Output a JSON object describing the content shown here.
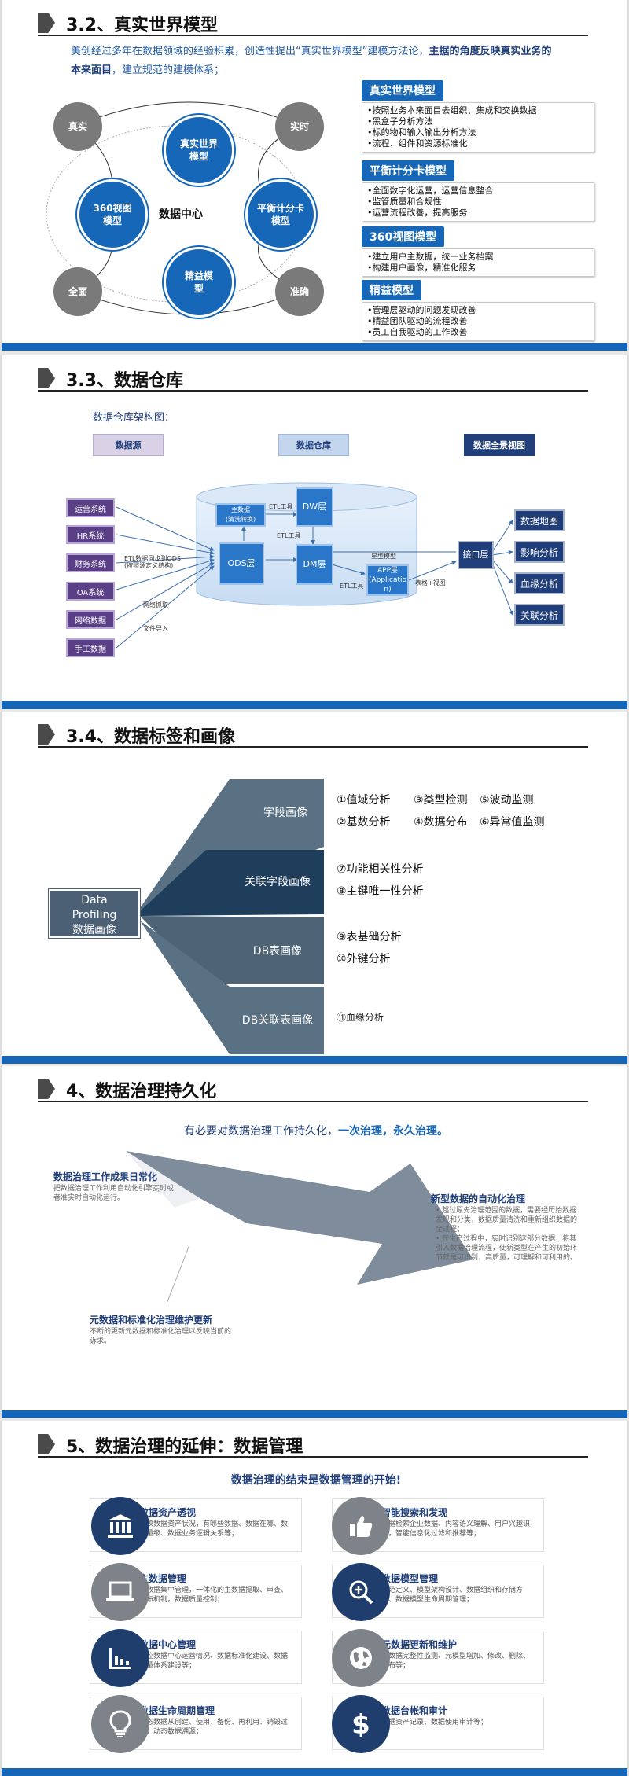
{
  "slide1": {
    "title": "3.2、真实世界模型",
    "intro_part1": "美创经过多年在数据领域的经验积累，创造性提出“真实世界模型”建模方法论，",
    "intro_bold": "主据的角度反映真实业务的本来面目",
    "intro_part2": "，建立规范的建模体系；",
    "diagram": {
      "center": "数据中心",
      "nodes": {
        "top": "真实世界模型",
        "left": "360视图模型",
        "right": "平衡计分卡模型",
        "bottom": "精益模型"
      },
      "corners": {
        "top_left": "真实",
        "top_right": "实时",
        "bottom_left": "全面",
        "bottom_right": "准确"
      }
    },
    "models": [
      {
        "name": "真实世界模型",
        "items": [
          "•按照业务本来面目去组织、集成和交换数据",
          "•黑盒子分析方法",
          "•标的物和输入输出分析方法",
          "•流程、组件和资源标准化"
        ]
      },
      {
        "name": "平衡计分卡模型",
        "items": [
          "•全面数字化运营，运营信息整合",
          "•监管质量和合规性",
          "•运营流程改善，提高服务"
        ]
      },
      {
        "name": "360视图模型",
        "items": [
          "•建立用户主数据，统一业务档案",
          "•构建用户画像，精准化服务"
        ]
      },
      {
        "name": "精益模型",
        "items": [
          "•管理层驱动的问题发现改善",
          "•精益团队驱动的流程改善",
          "•员工自我驱动的工作改善"
        ]
      }
    ]
  },
  "slide2": {
    "title": "3.3、数据仓库",
    "subtitle": "数据仓库架构图：",
    "headers": [
      "数据源",
      "数据仓库",
      "数据全景视图"
    ],
    "sources": [
      "运营系统",
      "HR系统",
      "财务系统",
      "OA系统",
      "网络数据",
      "手工数据"
    ],
    "layers": {
      "master": "主数据\n(清洗转换)",
      "dw": "DW层",
      "ods": "ODS层",
      "dm": "DM层",
      "app": "APP层\n(Applicatio\nn)",
      "interface": "接口层"
    },
    "labels": {
      "etl1": "ETL工具",
      "etl2": "ETL工具",
      "etl3": "ETL工具",
      "etl_ods": "ETL数据同步到ODS\n(按照源定义结构)",
      "crawler": "网络抓取",
      "import": "文件导入",
      "star": "星型模型",
      "report": "表格+视图"
    },
    "outputs": [
      "数据地图",
      "影响分析",
      "血缘分析",
      "关联分析"
    ]
  },
  "slide3": {
    "title": "3.4、数据标签和画像",
    "center_lines": [
      "Data",
      "Profiling",
      "数据画像"
    ],
    "fans": [
      "字段画像",
      "关联字段画像",
      "DB表画像",
      "DB关联表画像"
    ],
    "analyses": [
      "①值域分析",
      "③类型检测",
      "⑤波动监测",
      "②基数分析",
      "④数据分布",
      "⑥异常值监测",
      "⑦功能相关性分析",
      "⑧主键唯一性分析",
      "⑨表基础分析",
      "⑩外键分析",
      "⑪血缘分析"
    ]
  },
  "slide4": {
    "title": "4、数据治理持久化",
    "lead_part1": "有必要对数据治理工作持久化，",
    "lead_bold": "一次治理，永久治理。",
    "blocks": [
      {
        "head": "数据治理工作成果日常化",
        "desc": "把数据治理工作利用自动化引擎实时或者准实时自动化运行。"
      },
      {
        "head": "新型数据的自动化治理",
        "desc": "• 超过原先治理范围的数据，需要经历始数据发现和分类，数据质量清洗和重新组织数据的全过程；\n• 在生产过程中，实时识别这部分数据，将其引入数据治理流程，使新类型在产生的初始环节就是可识别，高质量，可理解和可利用的。"
      },
      {
        "head": "元数据和标准化治理维护更新",
        "desc": "不断的更新元数据和标准化治理以反映当前的诉求。"
      }
    ]
  },
  "slide5": {
    "title": "5、数据治理的延伸：数据管理",
    "subtitle": "数据治理的结束是数据管理的开始!",
    "cards": [
      {
        "title": "数据资产透视",
        "desc": "反映数据资产状况，有哪些数据、数据在哪、数据量级、数据业务逻辑关系等；",
        "icon": "bank-icon",
        "tone": "dark"
      },
      {
        "title": "智能搜索和发现",
        "desc": "数据检索企业数据、内容语义理解、用户兴趣识别，智能信息化过滤和推荐等；",
        "icon": "thumbs-up-icon",
        "tone": "grey"
      },
      {
        "title": "主数据管理",
        "desc": "主数据集中管理，一体化的主数据提取、审查、发布机制，数据质量控制；",
        "icon": "laptop-icon",
        "tone": "grey"
      },
      {
        "title": "数据模型管理",
        "desc": "规范定义、模型架构设计、数据组织和存储方法、数据模型生命周期管理；",
        "icon": "zoom-in-icon",
        "tone": "dark"
      },
      {
        "title": "数据中心管理",
        "desc": "监控数据中心运营情况、数据标准化建设、数据质量体系建设等；",
        "icon": "bar-chart-icon",
        "tone": "dark"
      },
      {
        "title": "元数据更新和维护",
        "desc": "元数据完整性监测、元模型增加、修改、删除、发布等；",
        "icon": "globe-icon",
        "tone": "grey"
      },
      {
        "title": "数据生命周期管理",
        "desc": "静态数据从创建、使用、备份、再利用、销毁过程，动态数据溯源；",
        "icon": "lightbulb-icon",
        "tone": "grey"
      },
      {
        "title": "数据台帐和审计",
        "desc": "数据资产记录、数据使用审计等；",
        "icon": "dollar-icon",
        "tone": "dark"
      }
    ]
  }
}
